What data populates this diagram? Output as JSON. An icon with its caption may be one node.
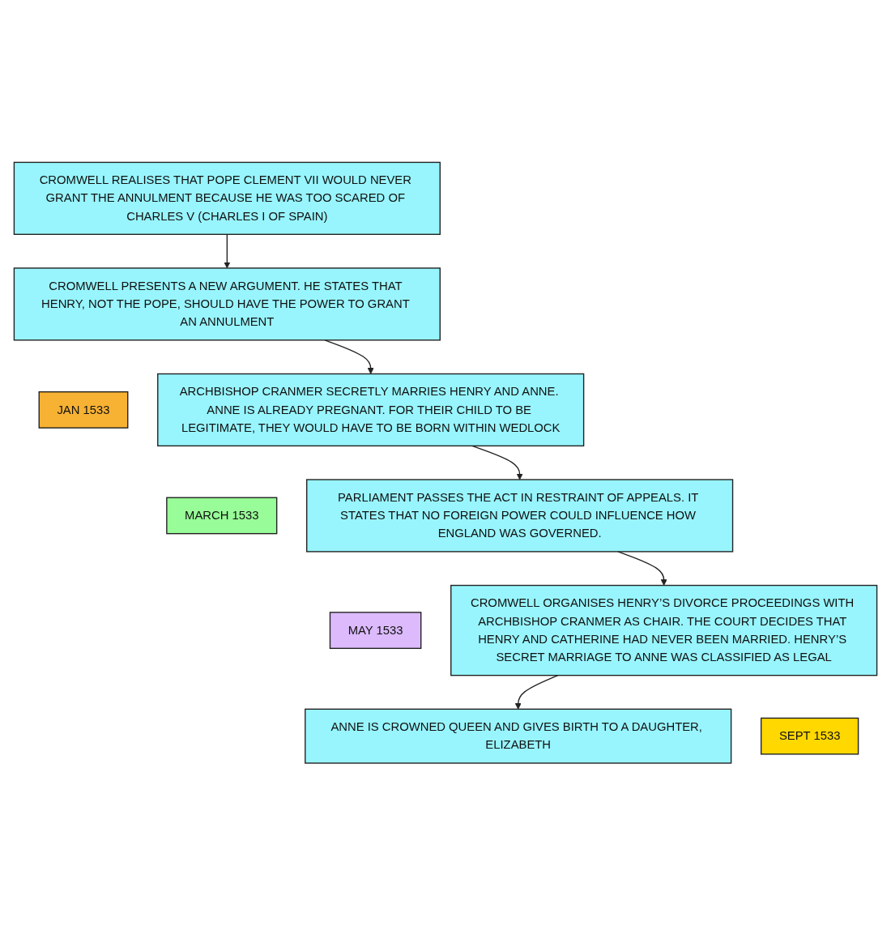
{
  "diagram": {
    "nodes": [
      {
        "text": [
          "CROMWELL REALISES THAT POPE CLEMENT VII WOULD NEVER GRANT THE ANNULMENT BECAUSE HE WAS TOO SCARED OF CHARLES V (CHARLES I OF SPAIN)"
        ]
      },
      {
        "text": [
          "CROMWELL PRESENTS A NEW ARGUMENT. HE STATES THAT HENRY, NOT THE POPE, SHOULD HAVE THE POWER TO GRANT AN ANNULMENT"
        ]
      },
      {
        "text": [
          "JAN 1533"
        ]
      },
      {
        "text": [
          "ARCHBISHOP CRANMER SECRETLY MARRIES HENRY AND ANNE. ANNE IS ALREADY PREGNANT. FOR THEIR CHILD TO BE LEGITIMATE, THEY WOULD HAVE TO BE BORN WITHIN WEDLOCK"
        ]
      },
      {
        "text": [
          "MARCH 1533"
        ]
      },
      {
        "text": [
          "PARLIAMENT PASSES THE ACT IN RESTRAINT OF APPEALS. IT STATES THAT NO FOREIGN POWER COULD INFLUENCE HOW ENGLAND WAS GOVERNED."
        ]
      },
      {
        "text": [
          "MAY 1533"
        ]
      },
      {
        "text": [
          "CROMWELL ORGANISES HENRY’S DIVORCE PROCEEDINGS WITH ARCHBISHOP CRANMER AS CHAIR. THE COURT DECIDES THAT HENRY AND CATHERINE HAD NEVER BEEN MARRIED. HENRY’S SECRET MARRIAGE TO ANNE WAS CLASSIFIED AS LEGAL"
        ]
      },
      {
        "text": [
          "SEPT 1533"
        ]
      },
      {
        "text": [
          "ANNE IS CROWNED QUEEN AND GIVES BIRTH TO A DAUGHTER, ELIZABETH"
        ]
      }
    ],
    "edges": [
      {
        "from": 0,
        "to": 1,
        "arrow": "to"
      },
      {
        "from": 1,
        "to": 3,
        "arrow": "to"
      },
      {
        "from": 3,
        "to": 5,
        "arrow": "to"
      },
      {
        "from": 5,
        "to": 7,
        "arrow": "to"
      },
      {
        "from": 7,
        "to": 9,
        "arrow": "to"
      }
    ]
  }
}
